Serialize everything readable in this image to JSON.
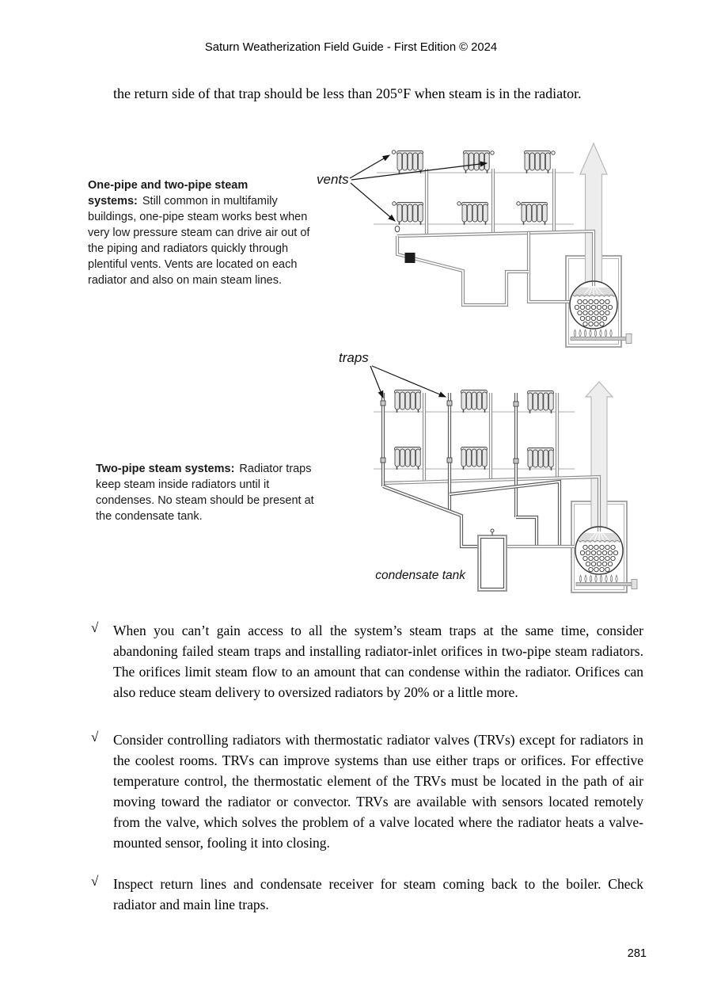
{
  "page": {
    "header": "Saturn Weatherization Field Guide - First Edition © 2024",
    "page_number": "281"
  },
  "intro": "the return side of that trap should be less than 205°F when steam is in the radiator.",
  "caption_one_pipe": {
    "bold": "One-pipe and two-pipe steam systems:",
    "text": "Still common in multifamily buildings, one-pipe steam works best when very low pressure steam can drive air out of the piping and radiators quickly through plentiful vents. Vents are located on each radiator and also on main steam lines."
  },
  "caption_two_pipe": {
    "bold": "Two-pipe steam systems:",
    "text": "Radiator traps keep steam inside radiators until it condenses. No steam should be present at the condensate tank."
  },
  "diagram1": {
    "label_vents": "vents"
  },
  "diagram2": {
    "label_traps": "traps",
    "label_condensate_tank": "condensate tank"
  },
  "checklist": {
    "marker": "√",
    "items": [
      "When you can’t gain access to all the system’s steam traps at the same time, consider abandoning failed steam traps and installing radiator-inlet orifices in two-pipe steam radiators. The orifices limit steam flow to an amount that can condense within the radiator. Orifices can also reduce steam delivery to oversized radiators by 20% or a little more.",
      "Consider controlling radiators with thermostatic radiator valves (TRVs) except for radiators in the coolest rooms. TRVs can improve systems than use either traps or orifices. For effective temperature control, the thermostatic element of the TRVs must be located in the path of air moving toward the radiator or convector. TRVs are available with sensors located remotely from the valve, which solves the problem of a valve located where the radiator heats a valve-mounted sensor, fooling it into closing.",
      "Inspect return lines and condensate receiver for steam coming back to the boiler. Check radiator and main line traps."
    ]
  },
  "colors": {
    "text": "#111111",
    "pipe_gray": "#8f8f8f",
    "pipe_dark": "#5c5c5c",
    "floor_line": "#c9c9c9",
    "steam_arrow_fill": "#ededed",
    "radiator_fill": "#e6e6e6"
  }
}
